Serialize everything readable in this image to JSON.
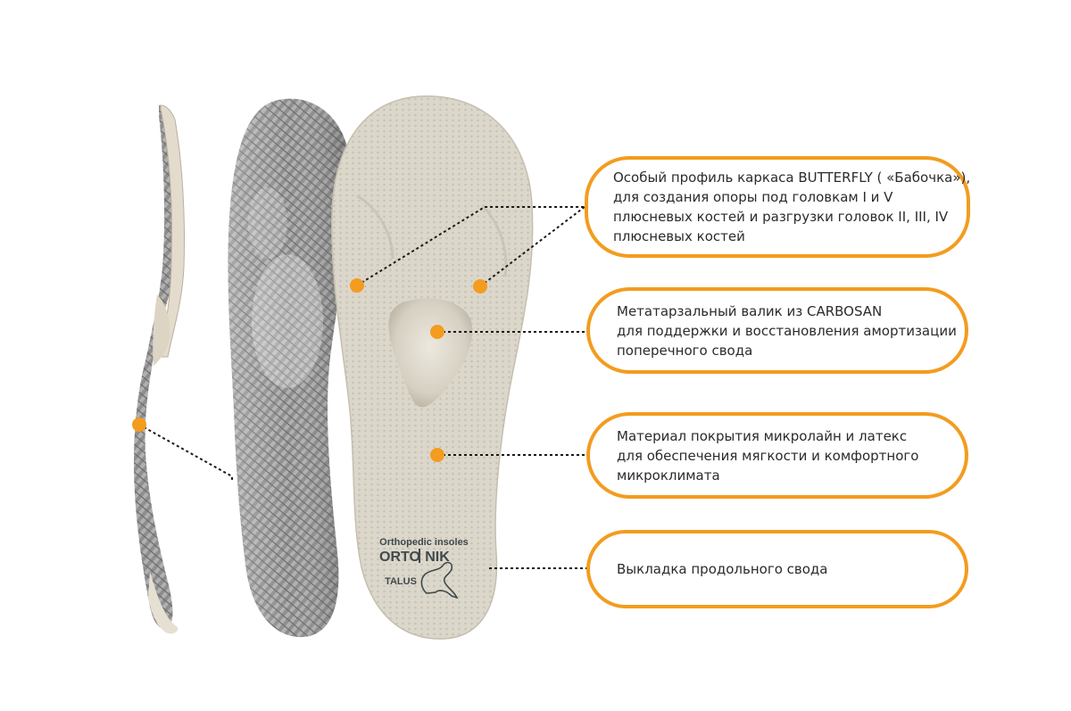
{
  "callouts": [
    {
      "lines": [
        "Особый профиль каркаса BUTTERFLY ( «Бабочка»),",
        "для создания опоры под головкам I и V",
        "плюсневых костей и разгрузки головок II, III, IV",
        "плюсневых костей"
      ]
    },
    {
      "lines": [
        "Метатарзальный валик из CARBOSAN",
        "для поддержки и восстановления амортизации",
        "поперечного свода"
      ]
    },
    {
      "lines": [
        "Материал покрытия микролайн и латекс",
        "для обеспечения мягкости и комфортного",
        "микроклимата"
      ]
    },
    {
      "lines": [
        "Выкладка продольного свода"
      ]
    }
  ],
  "logo": {
    "tagline": "Orthopedic insoles",
    "brand_left": "ORTO",
    "brand_right": "NIK",
    "model": "TALUS"
  },
  "colors": {
    "accent": "#f39c1f",
    "insole_top": "#d9d4c8",
    "carbon": "#8d8d8d",
    "leader_line": "#1a1a1a"
  }
}
